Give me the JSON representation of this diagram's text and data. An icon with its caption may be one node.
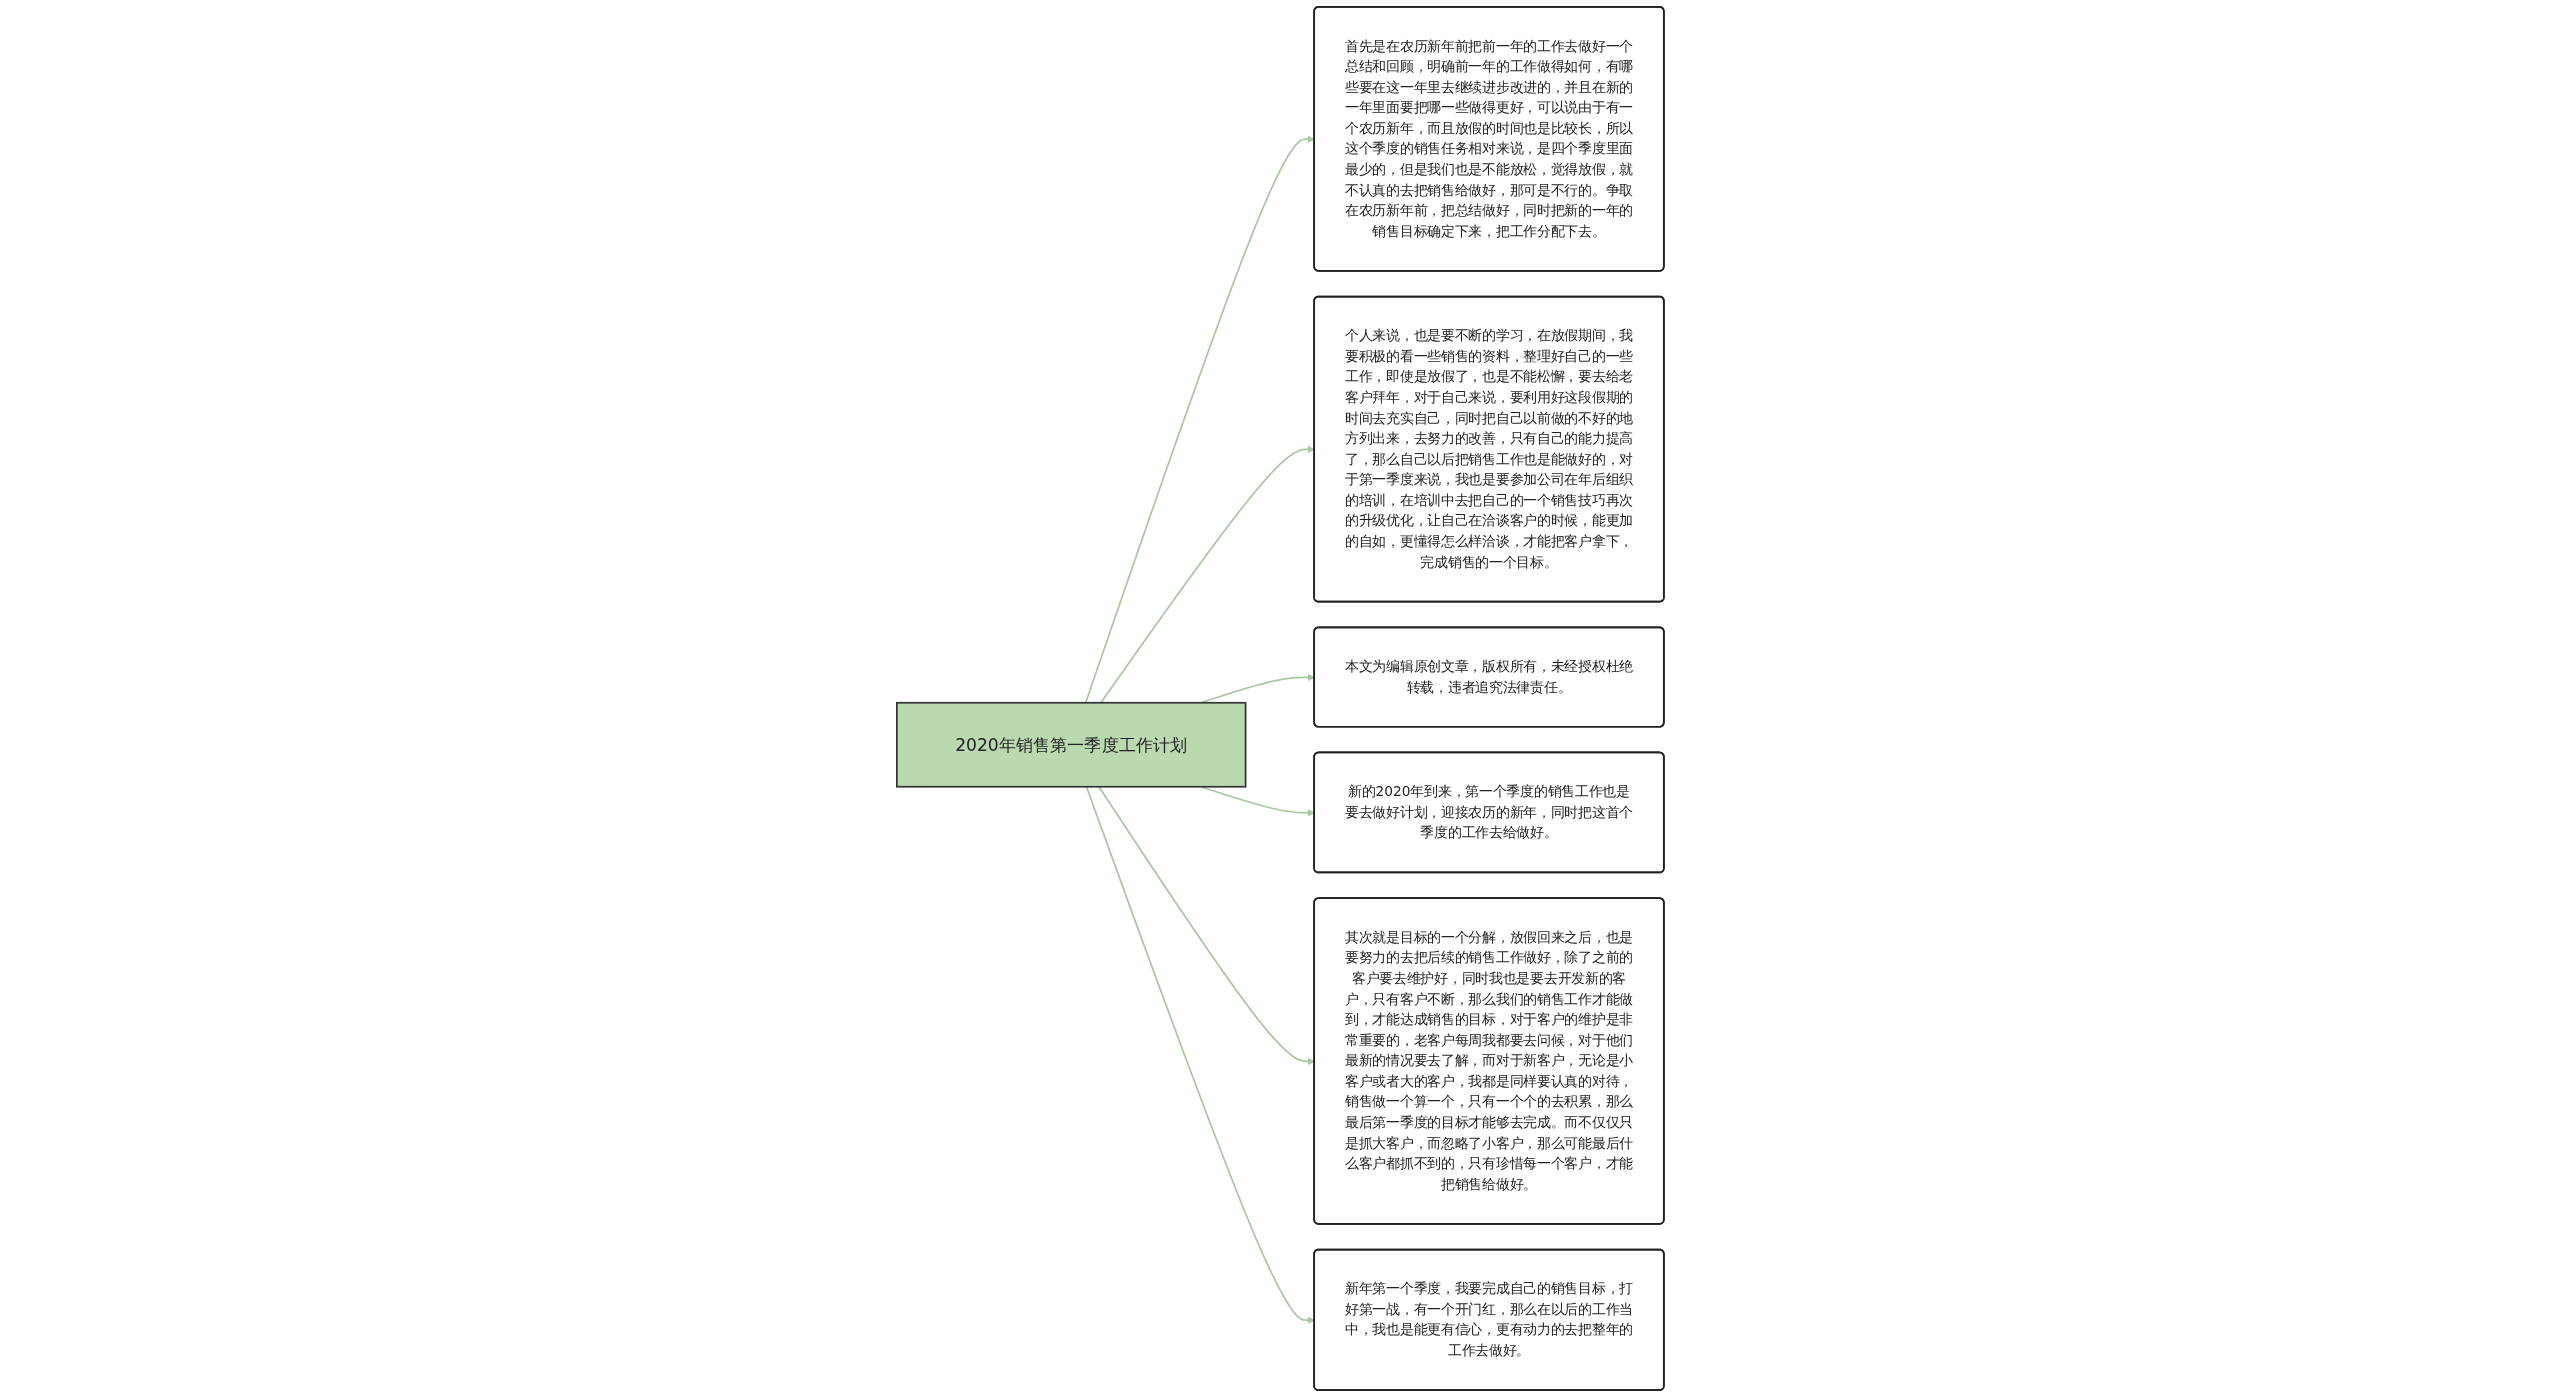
{
  "diagram": {
    "nodes": [
      {
        "text": [
          "2020年销售第一季度工作计划"
        ]
      },
      {
        "text": [
          "首先是在农历新年前把前一年的工作去做好一个总结和回顾，明确前一年的工作做得如何，有哪些要在这一年里去继续进步改进的，并且在新的一年里面要把哪一些做得更好，可以说由于有一个农历新年，而且放假的时间也是比较长，所以这个季度的销售任务相对来说，是四个季度里面最少的，但是我们也是不能放松，觉得放假，就不认真的去把销售给做好，那可是不行的。争取在农历新年前，把总结做好，同时把新的一年的销售目标确定下来，把工作分配下去。"
        ]
      },
      {
        "text": [
          "个人来说，也是要不断的学习，在放假期间，我要积极的看一些销售的资料，整理好自己的一些工作，即使是放假了，也是不能松懈，要去给老客户拜年，对于自己来说，要利用好这段假期的时间去充实自己，同时把自己以前做的不好的地方列出来，去努力的改善，只有自己的能力提高了，那么自己以后把销售工作也是能做好的，对于第一季度来说，我也是要参加公司在年后组织的培训，在培训中去把自己的一个销售技巧再次的升级优化，让自己在洽谈客户的时候，能更加的自如，更懂得怎么样洽谈，才能把客户拿下，完成销售的一个目标。"
        ]
      },
      {
        "text": [
          "本文为编辑原创文章，版权所有，未经授权杜绝转载，违者追究法律责任。"
        ]
      },
      {
        "text": [
          "新的2020年到来，第一个季度的销售工作也是要去做好计划，迎接农历的新年，同时把这首个季度的工作去给做好。"
        ]
      },
      {
        "text": [
          "其次就是目标的一个分解，放假回来之后，也是要努力的去把后续的销售工作做好，除了之前的客户要去维护好，同时我也是要去开发新的客户，只有客户不断，那么我们的销售工作才能做到，才能达成销售的目标，对于客户的维护是非常重要的，老客户每周我都要去问候，对于他们最新的情况要去了解，而对于新客户，无论是小客户或者大的客户，我都是同样要认真的对待，销售做一个算一个，只有一个个的去积累，那么最后第一季度的目标才能够去完成。而不仅仅只是抓大客户，而忽略了小客户，那么可能最后什么客户都抓不到的，只有珍惜每一个客户，才能把销售给做好。"
        ]
      },
      {
        "text": [
          "新年第一个季度，我要完成自己的销售目标，打好第一战，有一个开门红，那么在以后的工作当中，我也是能更有信心，更有动力的去把整年的工作去做好。"
        ]
      }
    ],
    "edges": [
      {
        "from": 0,
        "to": 1,
        "arrow": "to"
      },
      {
        "from": 0,
        "to": 2,
        "arrow": "to"
      },
      {
        "from": 0,
        "to": 3,
        "arrow": "to"
      },
      {
        "from": 0,
        "to": 4,
        "arrow": "to"
      },
      {
        "from": 0,
        "to": 5,
        "arrow": "to"
      },
      {
        "from": 0,
        "to": 6,
        "arrow": "to"
      }
    ]
  }
}
